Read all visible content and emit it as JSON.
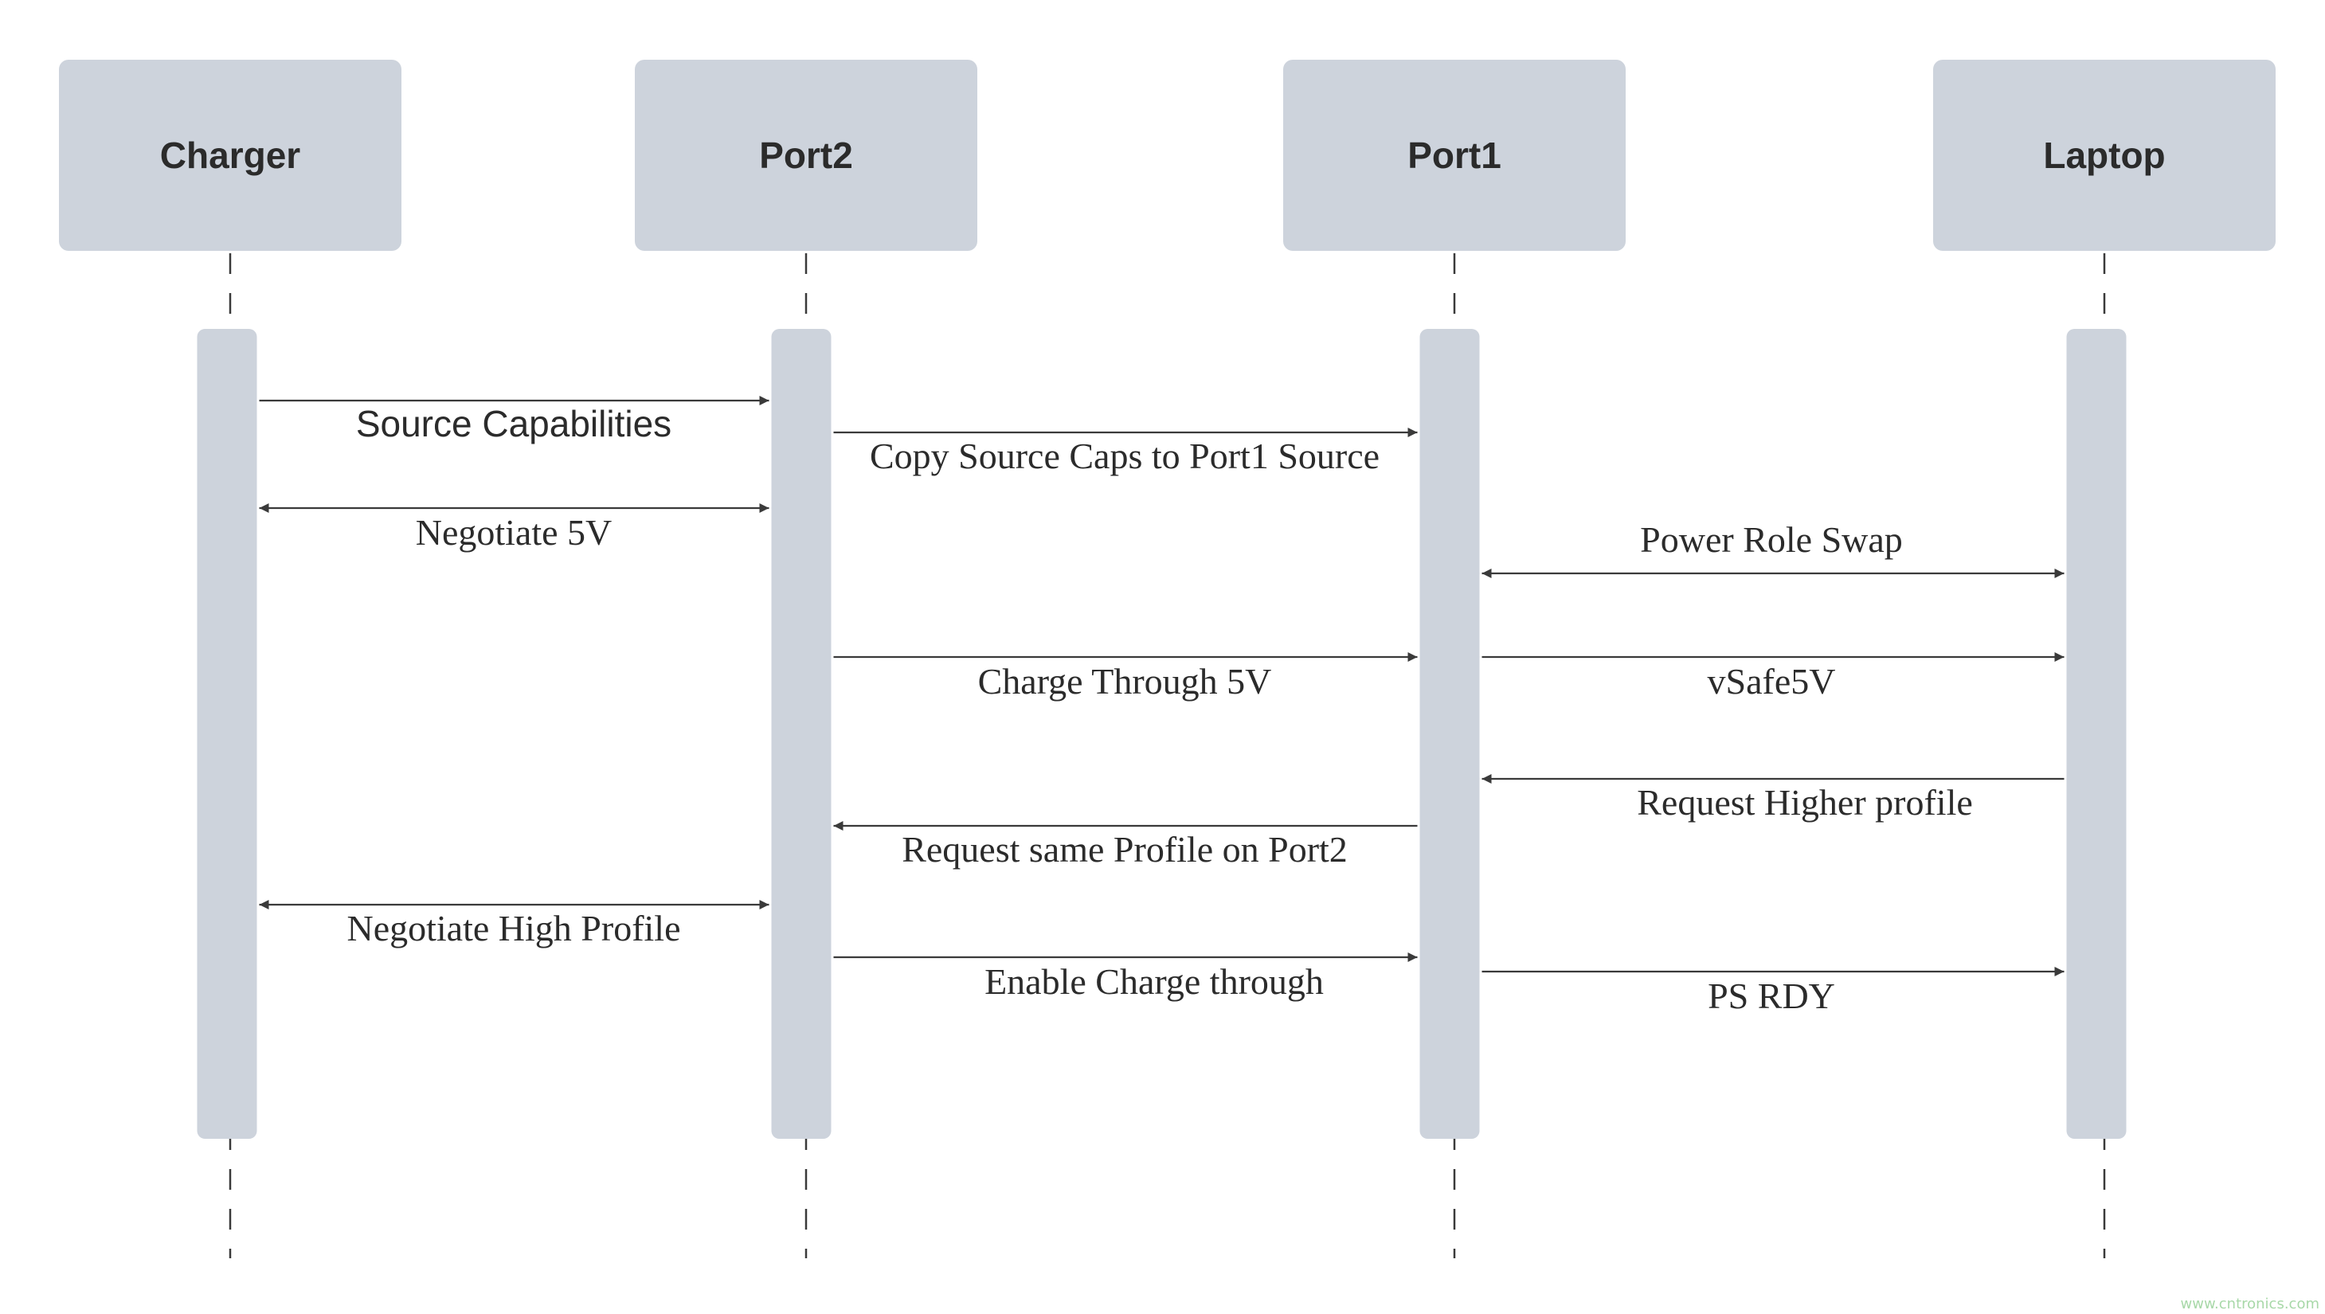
{
  "actors": [
    {
      "id": "charger",
      "label": "Charger"
    },
    {
      "id": "port2",
      "label": "Port2"
    },
    {
      "id": "port1",
      "label": "Port1"
    },
    {
      "id": "laptop",
      "label": "Laptop"
    }
  ],
  "messages": [
    {
      "id": "source-capabilities",
      "label": "Source Capabilities",
      "from": "charger",
      "to": "port2",
      "direction": "forward",
      "font": "sans"
    },
    {
      "id": "copy-source-caps",
      "label": "Copy Source Caps to Port1 Source",
      "from": "port2",
      "to": "port1",
      "direction": "forward",
      "font": "serif"
    },
    {
      "id": "negotiate-5v",
      "label": "Negotiate 5V",
      "from": "charger",
      "to": "port2",
      "direction": "both",
      "font": "serif"
    },
    {
      "id": "power-role-swap",
      "label": "Power Role Swap",
      "from": "port1",
      "to": "laptop",
      "direction": "both",
      "font": "serif"
    },
    {
      "id": "charge-through-5v",
      "label": "Charge Through 5V",
      "from": "port2",
      "to": "port1",
      "direction": "forward",
      "font": "serif"
    },
    {
      "id": "vsafe5v",
      "label": "vSafe5V",
      "from": "port1",
      "to": "laptop",
      "direction": "forward",
      "font": "serif"
    },
    {
      "id": "request-higher-profile",
      "label": "Request Higher profile",
      "from": "laptop",
      "to": "port1",
      "direction": "forward",
      "font": "serif"
    },
    {
      "id": "request-same-profile",
      "label": "Request same Profile on Port2",
      "from": "port1",
      "to": "port2",
      "direction": "forward",
      "font": "serif"
    },
    {
      "id": "negotiate-high-profile",
      "label": "Negotiate High Profile",
      "from": "charger",
      "to": "port2",
      "direction": "both",
      "font": "serif"
    },
    {
      "id": "enable-charge-through",
      "label": "Enable Charge through",
      "from": "port2",
      "to": "port1",
      "direction": "forward",
      "font": "serif"
    },
    {
      "id": "ps-rdy",
      "label": "PS RDY",
      "from": "port1",
      "to": "laptop",
      "direction": "forward",
      "font": "serif"
    }
  ],
  "watermark": "www.cntronics.com",
  "colors": {
    "actor_box": "#cdd3dc",
    "activation_bar": "#cdd3dc",
    "lifeline": "#3a3a3a",
    "arrow": "#3a3a3a",
    "text": "#2b2b2b",
    "watermark": "#a8d8a8"
  }
}
